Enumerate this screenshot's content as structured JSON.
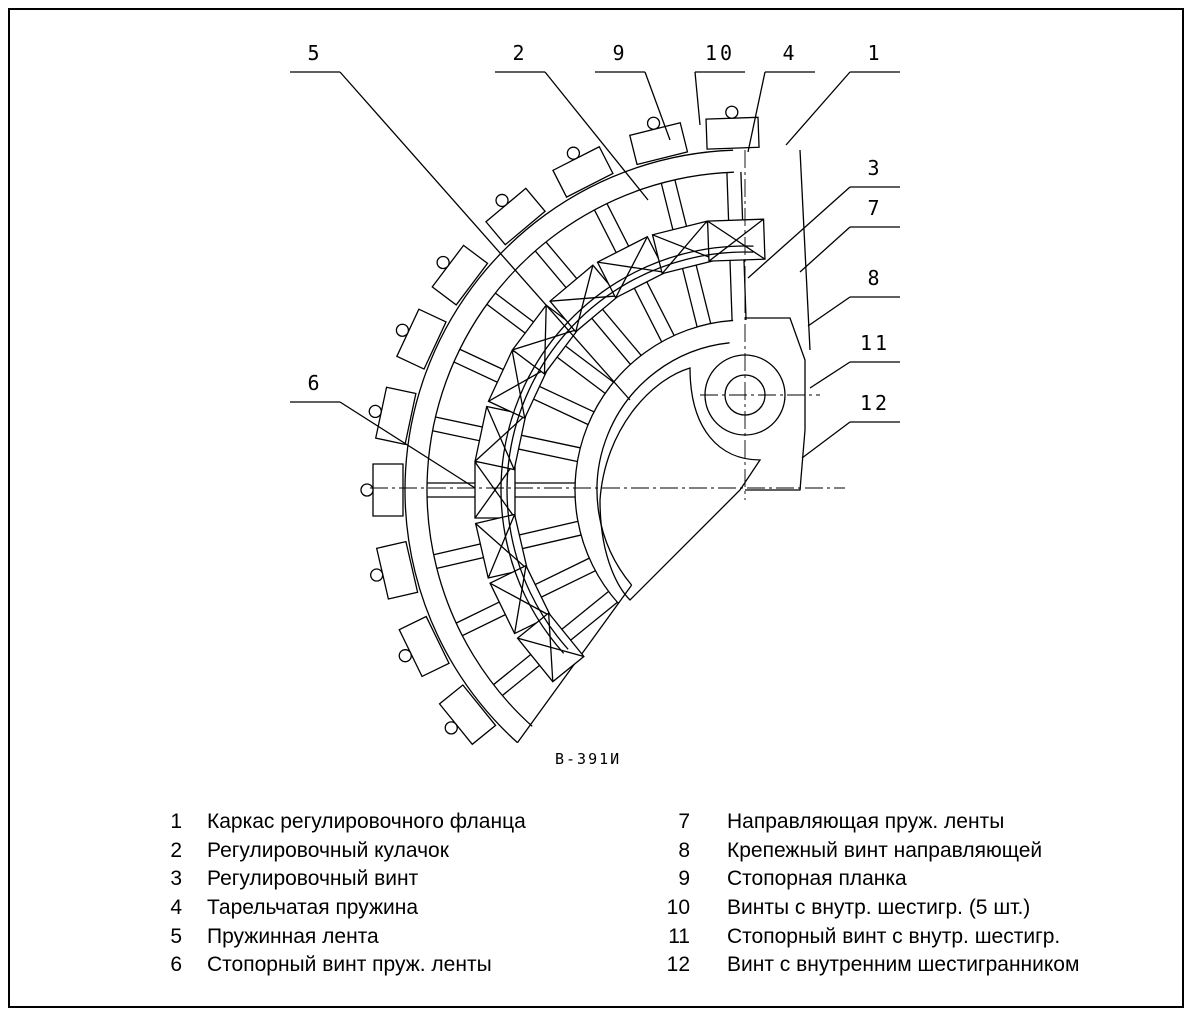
{
  "diagram": {
    "drawing_code": "В-391И",
    "callouts": [
      "1",
      "2",
      "3",
      "4",
      "5",
      "6",
      "7",
      "8",
      "9",
      "10",
      "11",
      "12"
    ]
  },
  "legend": {
    "left": [
      {
        "num": "1",
        "label": "Каркас регулировочного фланца"
      },
      {
        "num": "2",
        "label": "Регулировочный кулачок"
      },
      {
        "num": "3",
        "label": "Регулировочный винт"
      },
      {
        "num": "4",
        "label": "Тарельчатая пружина"
      },
      {
        "num": "5",
        "label": "Пружинная лента"
      },
      {
        "num": "6",
        "label": "Стопорный винт пруж. ленты"
      }
    ],
    "right": [
      {
        "num": "7",
        "label": "Направляющая пруж. ленты"
      },
      {
        "num": "8",
        "label": "Крепежный винт направляющей"
      },
      {
        "num": "9",
        "label": "Стопорная планка"
      },
      {
        "num": "10",
        "label": "Винты с внутр. шестигр. (5 шт.)"
      },
      {
        "num": "11",
        "label": "Стопорный винт с внутр. шестигр."
      },
      {
        "num": "12",
        "label": "Винт с внутренним шестигранником"
      }
    ]
  }
}
